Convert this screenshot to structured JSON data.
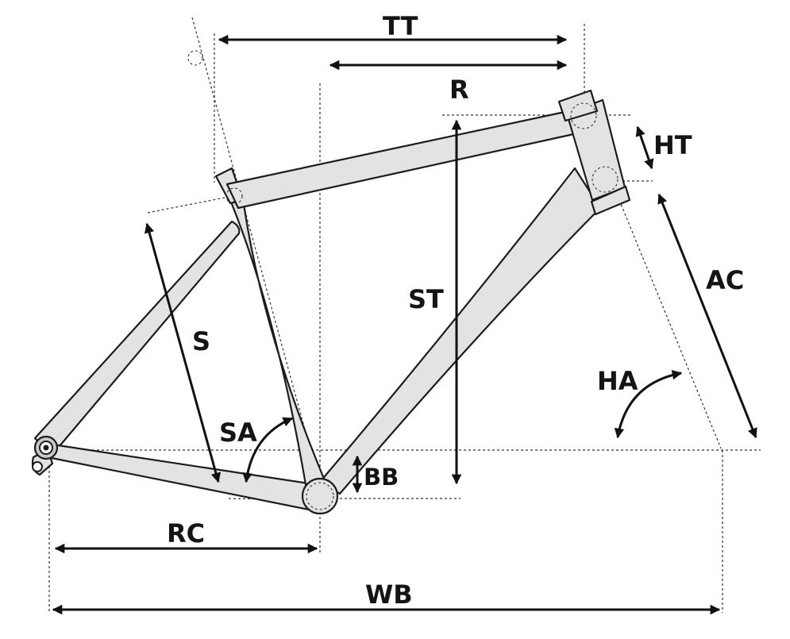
{
  "labels": {
    "tt": "TT",
    "r": "R",
    "ht": "HT",
    "ac": "AC",
    "st": "ST",
    "s": "S",
    "sa": "SA",
    "ha": "HA",
    "bb": "BB",
    "rc": "RC",
    "wb": "WB"
  },
  "colors": {
    "tube_fill": "#e3e3e3",
    "outline": "#1c1c1c",
    "guides": "#333333",
    "background": "#ffffff"
  }
}
